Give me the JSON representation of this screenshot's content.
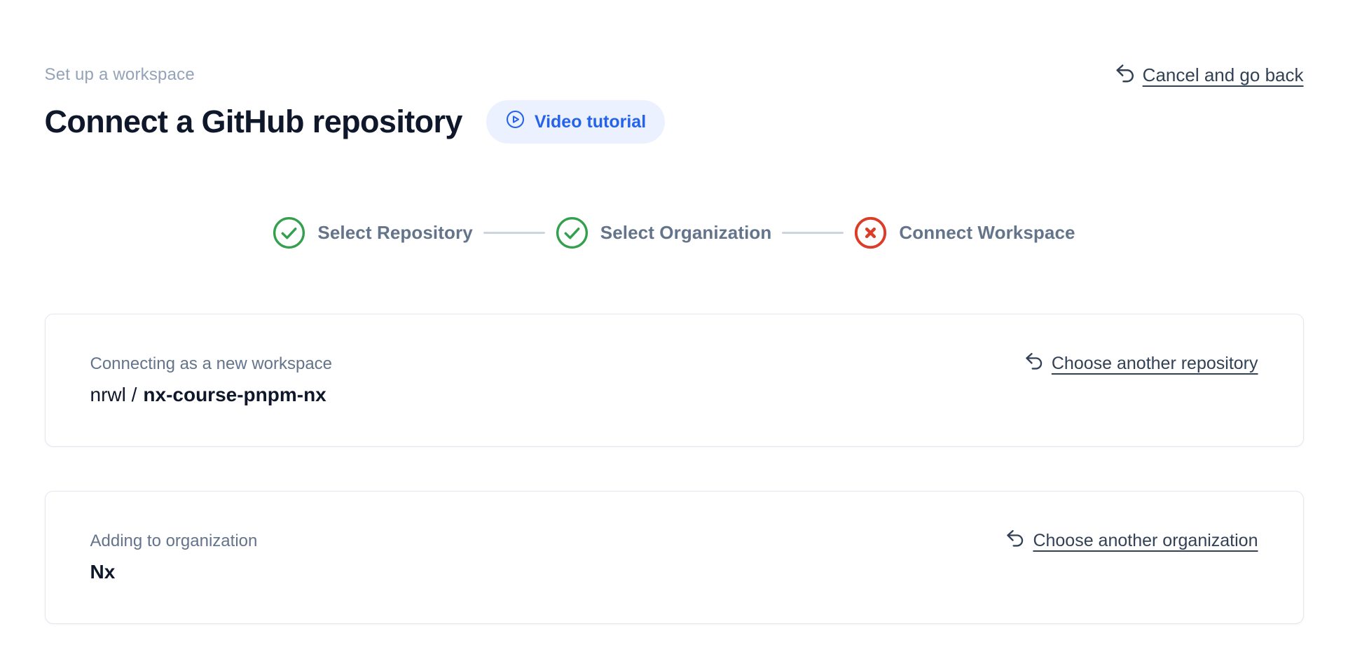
{
  "header": {
    "eyebrow": "Set up a workspace",
    "title": "Connect a GitHub repository",
    "video_button": {
      "label": "Video tutorial",
      "icon": "play-circle-icon"
    },
    "cancel_link": {
      "label": "Cancel and go back",
      "icon": "undo-icon"
    }
  },
  "stepper": {
    "steps": [
      {
        "label": "Select Repository",
        "status": "success",
        "icon": "check-circle-icon"
      },
      {
        "label": "Select Organization",
        "status": "success",
        "icon": "check-circle-icon"
      },
      {
        "label": "Connect Workspace",
        "status": "error",
        "icon": "x-circle-icon"
      }
    ]
  },
  "cards": [
    {
      "label": "Connecting as a new workspace",
      "value_prefix": "nrwl /",
      "value_emphasis": "nx-course-pnpm-nx",
      "action": {
        "label": "Choose another repository",
        "icon": "undo-icon"
      }
    },
    {
      "label": "Adding to organization",
      "value": "Nx",
      "action": {
        "label": "Choose another organization",
        "icon": "undo-icon"
      }
    }
  ],
  "colors": {
    "accent_blue": "#2563eb",
    "accent_blue_bg": "#ebf1fe",
    "success_green": "#33a04e",
    "error_red": "#dc3d29",
    "link_slate": "#334155",
    "muted_label": "#64748b",
    "eyebrow_gray": "#94a3b8",
    "heading_dark": "#0f172a",
    "card_border": "#e2e8f0",
    "connector_gray": "#cbd5e1"
  }
}
